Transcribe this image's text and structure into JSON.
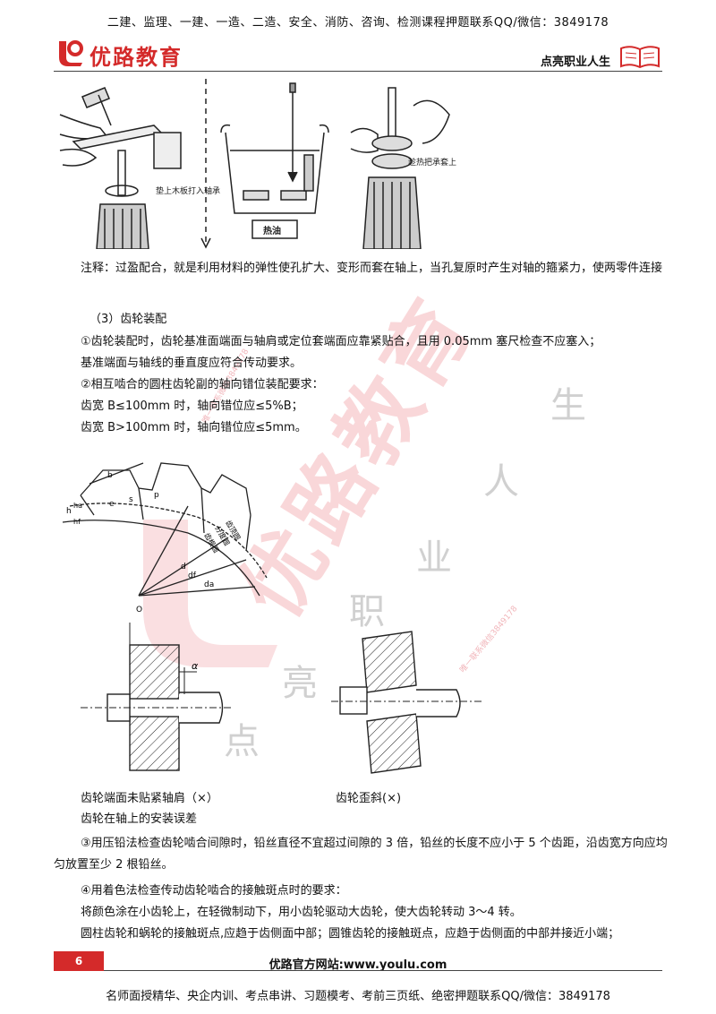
{
  "header": {
    "top_line": "二建、监理、一建、一造、二造、安全、消防、咨询、检测课程押题联系QQ/微信：3849178",
    "logo_text": "优路教育",
    "slogan": "点亮职业人生"
  },
  "figure_top": {
    "label_left": "垫上木板打入轴承",
    "label_bath": "热油",
    "label_right": "趁热把承套上"
  },
  "paragraphs": {
    "note": "注释：过盈配合，就是利用材料的弹性使孔扩大、变形而套在轴上，当孔复原时产生对轴的箍紧力，使两零件连接",
    "sec3": "（3）齿轮装配",
    "item1a": "①齿轮装配时，齿轮基准面端面与轴肩或定位套端面应靠紧贴合，且用 0.05mm 塞尺检查不应塞入；",
    "item1b": "基准端面与轴线的垂直度应符合传动要求。",
    "item2": "②相互啮合的圆柱齿轮副的轴向错位装配要求：",
    "item2a": "齿宽 B≤100mm 时，轴向错位应≤5%B；",
    "item2b": "齿宽 B>100mm 时，轴向错位应≤5mm。"
  },
  "gear_figure": {
    "labels": [
      "b",
      "e",
      "s",
      "p",
      "h",
      "ha",
      "hf",
      "齿顶圆",
      "分度圆",
      "齿根圆",
      "d",
      "df",
      "da",
      "O"
    ]
  },
  "captions": {
    "left": "齿轮端面未贴紧轴肩（×）",
    "right": "齿轮歪斜(×)",
    "alpha": "α"
  },
  "paragraphs2": {
    "install_err": "齿轮在轴上的安装误差",
    "item3": "③用压铅法检查齿轮啮合间隙时，铅丝直径不宜超过间隙的 3 倍，铅丝的长度不应小于 5 个齿距，沿齿宽方向应均匀放置至少 2 根铅丝。",
    "item4": "④用着色法检查传动齿轮啮合的接触斑点时的要求：",
    "item4a": "将颜色涂在小齿轮上，在轻微制动下，用小齿轮驱动大齿轮，使大齿轮转动 3～4 转。",
    "item4b": "圆柱齿轮和蜗轮的接触斑点,应趋于齿侧面中部；圆锥齿轮的接触斑点，应趋于齿侧面的中部并接近小端；"
  },
  "watermark": {
    "big": "优路教育",
    "chars": [
      "点",
      "亮",
      "职",
      "业",
      "人",
      "生"
    ],
    "tiny1": "唯一联系微信3849178",
    "tiny2": "唯一联系微信3849178"
  },
  "footer": {
    "page_number": "6",
    "site": "优路官方网站:www.youlu.com",
    "bottom_line": "名师面授精华、央企内训、考点串讲、习题模考、考前三页纸、绝密押题联系QQ/微信：3849178"
  },
  "colors": {
    "brand": "#d42a2a",
    "watermark": "#e86e78"
  }
}
